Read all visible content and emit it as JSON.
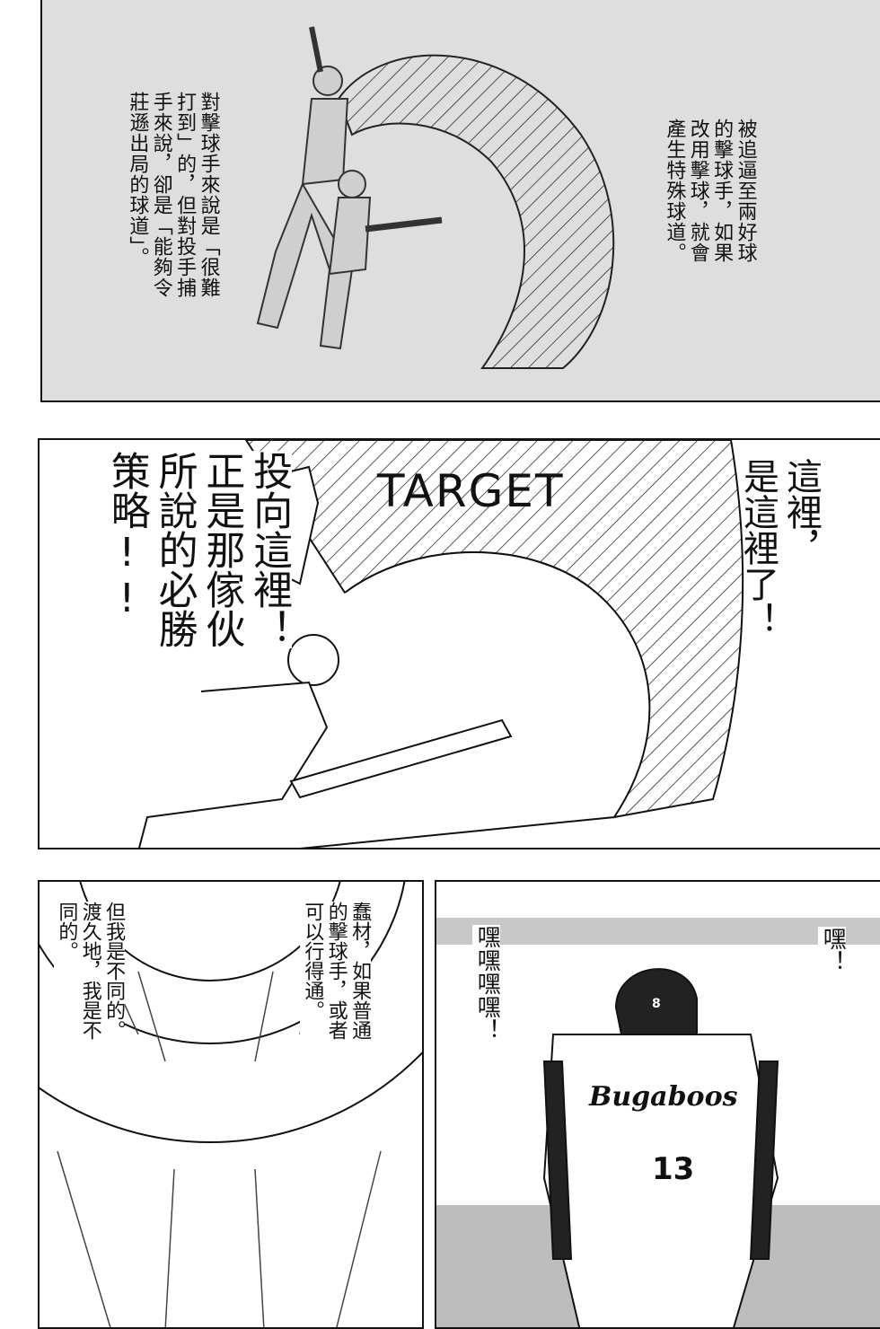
{
  "panel1": {
    "caption_right": [
      "被追逼至兩好球",
      "的擊球手，如果",
      "改用擊球，就會",
      "產生特殊球道。"
    ],
    "caption_left": [
      "對擊球手來說是「很難",
      "打到」的，但對投手捕",
      "手來說，卻是「能夠令",
      "莊遜出局的球道」。"
    ]
  },
  "panel2": {
    "target_label": "TARGET",
    "speech_right": [
      "這裡，",
      "是這裡了！"
    ],
    "speech_left": [
      "投向這裡！",
      "正是那傢伙",
      "所說的必勝",
      "策略!!"
    ]
  },
  "panel3": {
    "caption_right": [
      "蠢材，如果普通",
      "的擊球手，或者",
      "可以行得通。"
    ],
    "caption_left": [
      "但我是不同的。",
      "渡久地，我是不",
      "同的。"
    ]
  },
  "panel4": {
    "sfx_right": "嘿！",
    "sfx_left": "嘿嘿嘿嘿！",
    "jersey_team": "Bugaboos",
    "jersey_number": "13",
    "helmet_number": "8"
  }
}
